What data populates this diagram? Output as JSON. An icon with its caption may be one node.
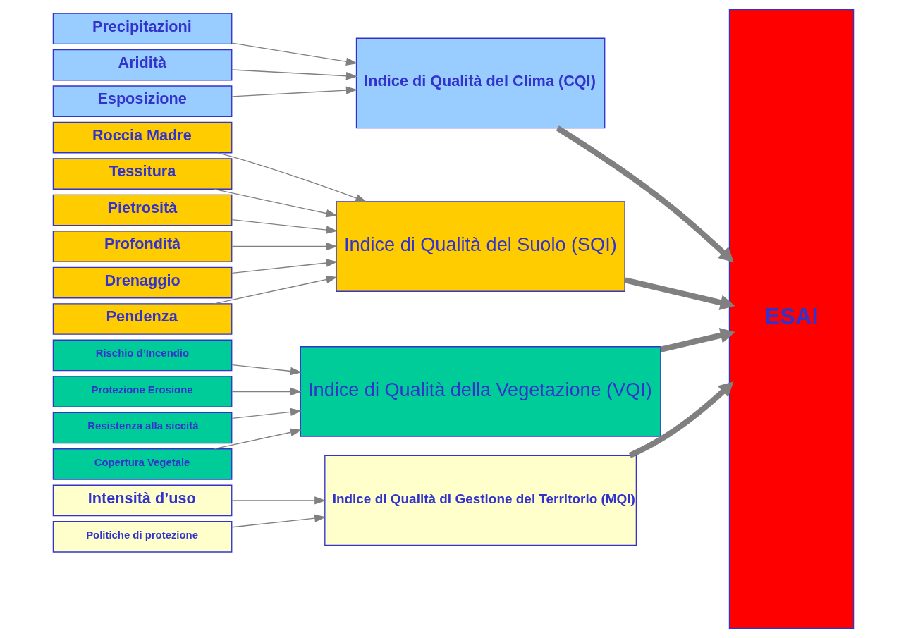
{
  "diagram": {
    "nodes": [
      {
        "text": [
          "Roccia Madre"
        ]
      },
      {
        "text": [
          "Tessitura"
        ]
      },
      {
        "text": [
          "Pietrosità"
        ]
      },
      {
        "text": [
          "Profondità"
        ]
      },
      {
        "text": [
          "Drenaggio"
        ]
      },
      {
        "text": [
          "Pendenza"
        ]
      },
      {
        "text": [
          "Indice di Qualità del Suolo (SQI)"
        ]
      },
      {
        "text": [
          "Precipitazioni"
        ]
      },
      {
        "text": [
          "Aridità"
        ]
      },
      {
        "text": [
          "Esposizione"
        ]
      },
      {
        "text": [
          "Indice di Qualità del Clima (CQI)"
        ]
      },
      {
        "text": [
          "Rischio d’Incendio"
        ]
      },
      {
        "text": [
          "Protezione Erosione"
        ]
      },
      {
        "text": [
          "Resistenza alla siccità"
        ]
      },
      {
        "text": [
          "Copertura Vegetale"
        ]
      },
      {
        "text": [
          "Indice di Qualità della Vegetazione (VQI)"
        ]
      },
      {
        "text": [
          "Intensità d’uso"
        ]
      },
      {
        "text": [
          "Politiche di protezione"
        ]
      },
      {
        "text": [
          "Indice di Qualità di Gestione del Territorio (MQI)"
        ]
      },
      {
        "text": [
          "ESAI"
        ]
      }
    ],
    "edges": [
      {
        "from": 0,
        "to": 6,
        "arrow": "to"
      },
      {
        "from": 1,
        "to": 6,
        "arrow": "to"
      },
      {
        "from": 2,
        "to": 6,
        "arrow": "to"
      },
      {
        "from": 3,
        "to": 6,
        "arrow": "to"
      },
      {
        "from": 4,
        "to": 6,
        "arrow": "to"
      },
      {
        "from": 5,
        "to": 6,
        "arrow": "to"
      },
      {
        "from": 7,
        "to": 10,
        "arrow": "to"
      },
      {
        "from": 8,
        "to": 10,
        "arrow": "to"
      },
      {
        "from": 9,
        "to": 10,
        "arrow": "to"
      },
      {
        "from": 11,
        "to": 15,
        "arrow": "to"
      },
      {
        "from": 12,
        "to": 15,
        "arrow": "to"
      },
      {
        "from": 13,
        "to": 15,
        "arrow": "to"
      },
      {
        "from": 14,
        "to": 15,
        "arrow": "to"
      },
      {
        "from": 16,
        "to": 18,
        "arrow": "to"
      },
      {
        "from": 17,
        "to": 18,
        "arrow": "to"
      },
      {
        "from": 6,
        "to": 19,
        "arrow": "to",
        "style": "thick"
      },
      {
        "from": 10,
        "to": 19,
        "arrow": "to",
        "style": "thick"
      },
      {
        "from": 15,
        "to": 19,
        "arrow": "to",
        "style": "thick"
      },
      {
        "from": 18,
        "to": 19,
        "arrow": "to",
        "style": "thick"
      }
    ]
  }
}
